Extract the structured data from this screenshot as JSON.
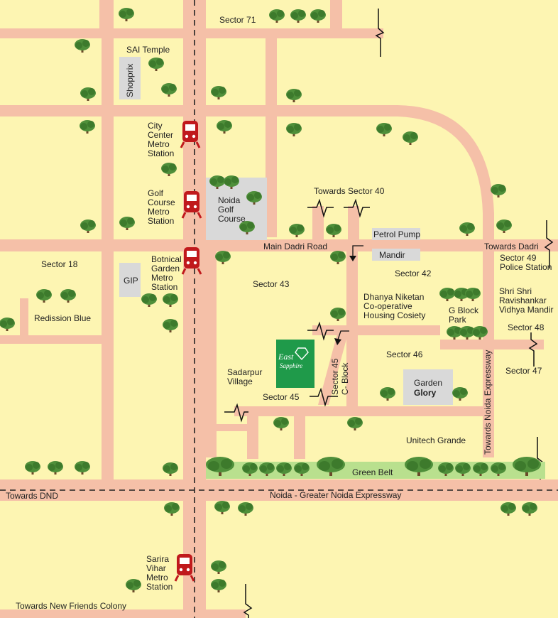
{
  "labels": {
    "sector71": "Sector 71",
    "sai_temple": "SAI Temple",
    "shopprix": "Shopprix",
    "city_center_metro": [
      "City",
      "Center",
      "Metro",
      "Station"
    ],
    "golf_course_metro": [
      "Golf",
      "Course",
      "Metro",
      "Station"
    ],
    "botanical_garden_metro": [
      "Botnical",
      "Garden",
      "Metro",
      "Station"
    ],
    "noida_golf_course": [
      "Noida",
      "Golf",
      "Course"
    ],
    "towards_sector40": "Towards Sector 40",
    "petrol_pump": "Petrol Pump",
    "mandir": "Mandir",
    "main_dadri_road": "Main Dadri Road",
    "towards_dadri": "Towards Dadri",
    "sector49_police": [
      "Sector 49",
      "Police Station"
    ],
    "sector18": "Sector 18",
    "gip": "GIP",
    "sector43": "Sector 43",
    "sector42": "Sector 42",
    "dhanya_niketan": [
      "Dhanya Niketan",
      "Co-operative",
      "Housing Cosiety"
    ],
    "g_block_park": [
      "G Block",
      "Park"
    ],
    "shri_shri": [
      "Shri Shri",
      "Ravishankar",
      "Vidhya Mandir"
    ],
    "sector48": "Sector 48",
    "redission_blue": "Redission Blue",
    "sector45_cblock": [
      "Sector 45",
      "C- Block"
    ],
    "sector46": "Sector 46",
    "sector47": "Sector 47",
    "towards_noida_expressway": "Towards Noida Expressway",
    "sadarpur_village": [
      "Sadarpur",
      "Village"
    ],
    "sector45": "Sector 45",
    "garden_glory": [
      "Garden",
      "Glory"
    ],
    "unitech_grande": "Unitech Grande",
    "green_belt": "Green Belt",
    "towards_dnd": "Towards DND",
    "noida_greater_noida_expressway": "Noida  - Greater Noida Expressway",
    "sarira_vihar_metro": [
      "Sarira",
      "Vihar",
      "Metro",
      "Station"
    ],
    "towards_new_friends_colony": "Towards New Friends Colony",
    "east_sapphire_logo": "East Sapphire"
  },
  "colors": {
    "background": "#fdf5b2",
    "road": "#f5c0a8",
    "block": "#d9d9d9",
    "project_logo": "#1f9a4a",
    "metro_icon": "#c0191c",
    "green_belt": "#b9e08e"
  },
  "icons": [
    "metro-train-icon",
    "tree-icon",
    "diamond-icon",
    "road-break-icon",
    "arrow-down-icon"
  ]
}
